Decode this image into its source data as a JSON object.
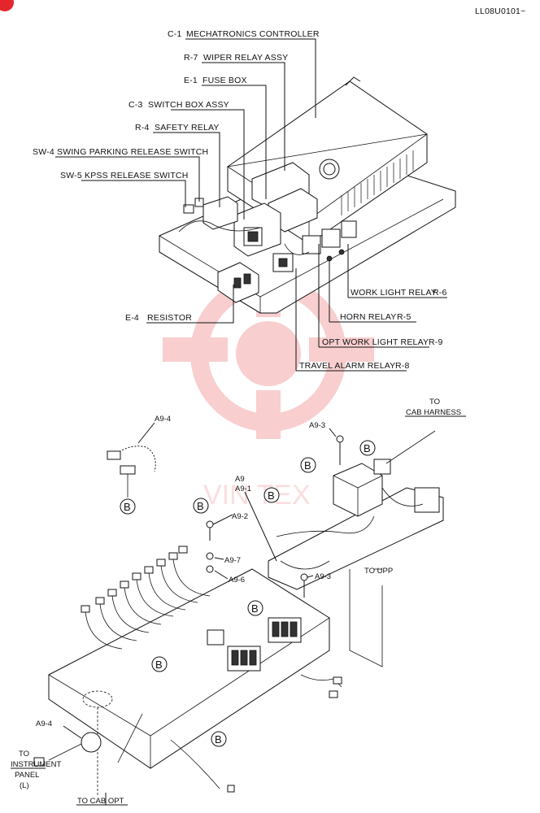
{
  "doc_code": "LL08U0101~",
  "upper_callouts": [
    {
      "code": "C-1",
      "name": "MECHATRONICS CONTROLLER"
    },
    {
      "code": "R-7",
      "name": "WIPER RELAY ASSY"
    },
    {
      "code": "E-1",
      "name": "FUSE BOX"
    },
    {
      "code": "C-3",
      "name": "SWITCH BOX ASSY"
    },
    {
      "code": "R-4",
      "name": "SAFETY RELAY"
    },
    {
      "code": "SW-4",
      "name": "SWING PARKING RELEASE SWITCH"
    },
    {
      "code": "SW-5",
      "name": "KPSS RELEASE SWITCH"
    },
    {
      "code": "E-4",
      "name": "RESISTOR"
    }
  ],
  "right_callouts": [
    {
      "name": "WORK LIGHT RELAY",
      "code": "R-6"
    },
    {
      "name": "HORN RELAY",
      "code": "R-5"
    },
    {
      "name": "OPT  WORK LIGHT RELAY",
      "code": "R-9"
    },
    {
      "name": "TRAVEL ALARM RELAY",
      "code": "R-8"
    }
  ],
  "lower": {
    "parts": {
      "a9_4_top": "A9-4",
      "a9_3_top": "A9-3",
      "a9": "A9",
      "a9_1": "A9-1",
      "a9_2": "A9-2",
      "a9_7": "A9-7",
      "a9_6": "A9-6",
      "a9_3_mid": "A9-3",
      "a9_4_bottom": "A9-4"
    },
    "b_marker": "B",
    "destinations": {
      "to_cab_harness_1": "TO",
      "to_cab_harness_2": "CAB HARNESS",
      "to_upp": "TO UPP",
      "to_instrument_1": "TO",
      "to_instrument_2": "INSTRUMENT",
      "to_instrument_3": "PANEL",
      "to_instrument_4": "(L)",
      "to_cab_opt": "TO CAB OPT"
    }
  }
}
